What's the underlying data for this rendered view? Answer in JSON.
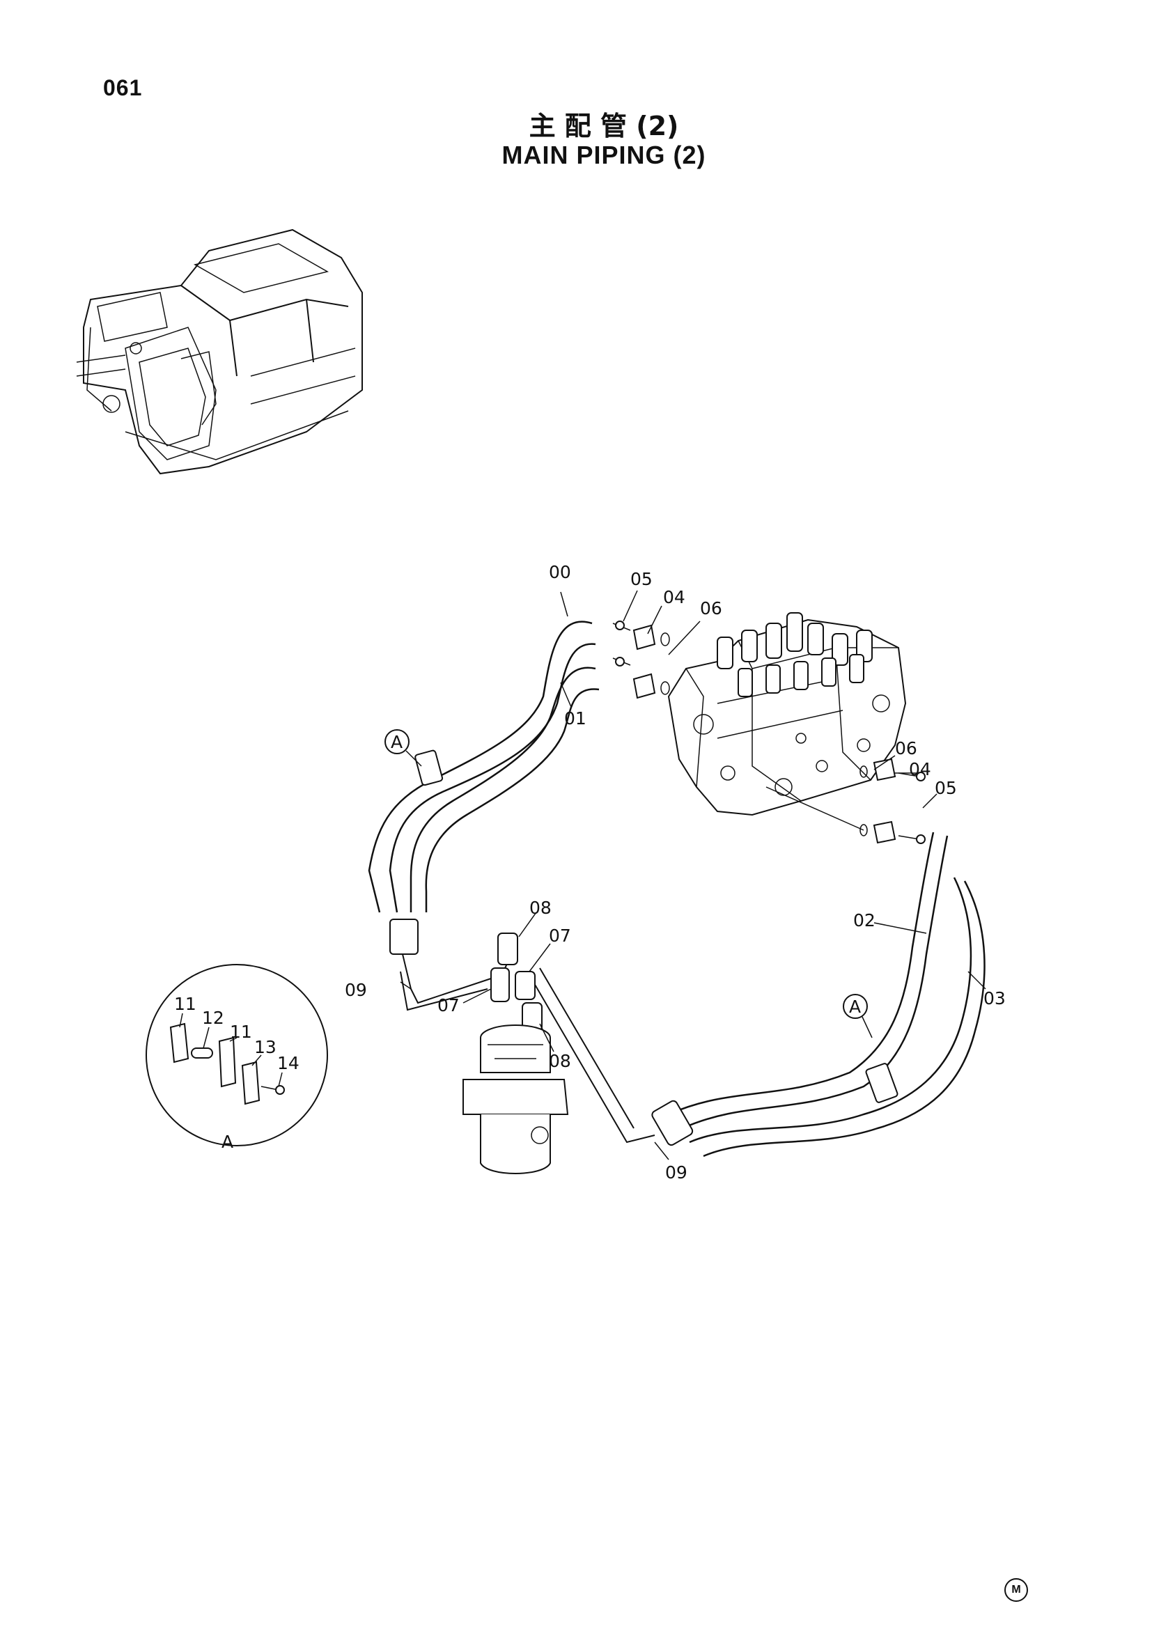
{
  "header": {
    "page_number": "061",
    "title_jp": "主 配 管 (2)",
    "title_en": "MAIN PIPING (2)"
  },
  "callouts": {
    "c00": "00",
    "c01": "01",
    "c02": "02",
    "c03": "03",
    "c04a": "04",
    "c04b": "04",
    "c05a": "05",
    "c05b": "05",
    "c06a": "06",
    "c06b": "06",
    "c07a": "07",
    "c07b": "07",
    "c08a": "08",
    "c08b": "08",
    "c09a": "09",
    "c09b": "09",
    "c11a": "11",
    "c11b": "11",
    "c12": "12",
    "c13": "13",
    "c14": "14"
  },
  "view_refs": {
    "ref_a1": "A",
    "ref_a2": "A",
    "detail_label": "A"
  },
  "corner_mark": "M"
}
